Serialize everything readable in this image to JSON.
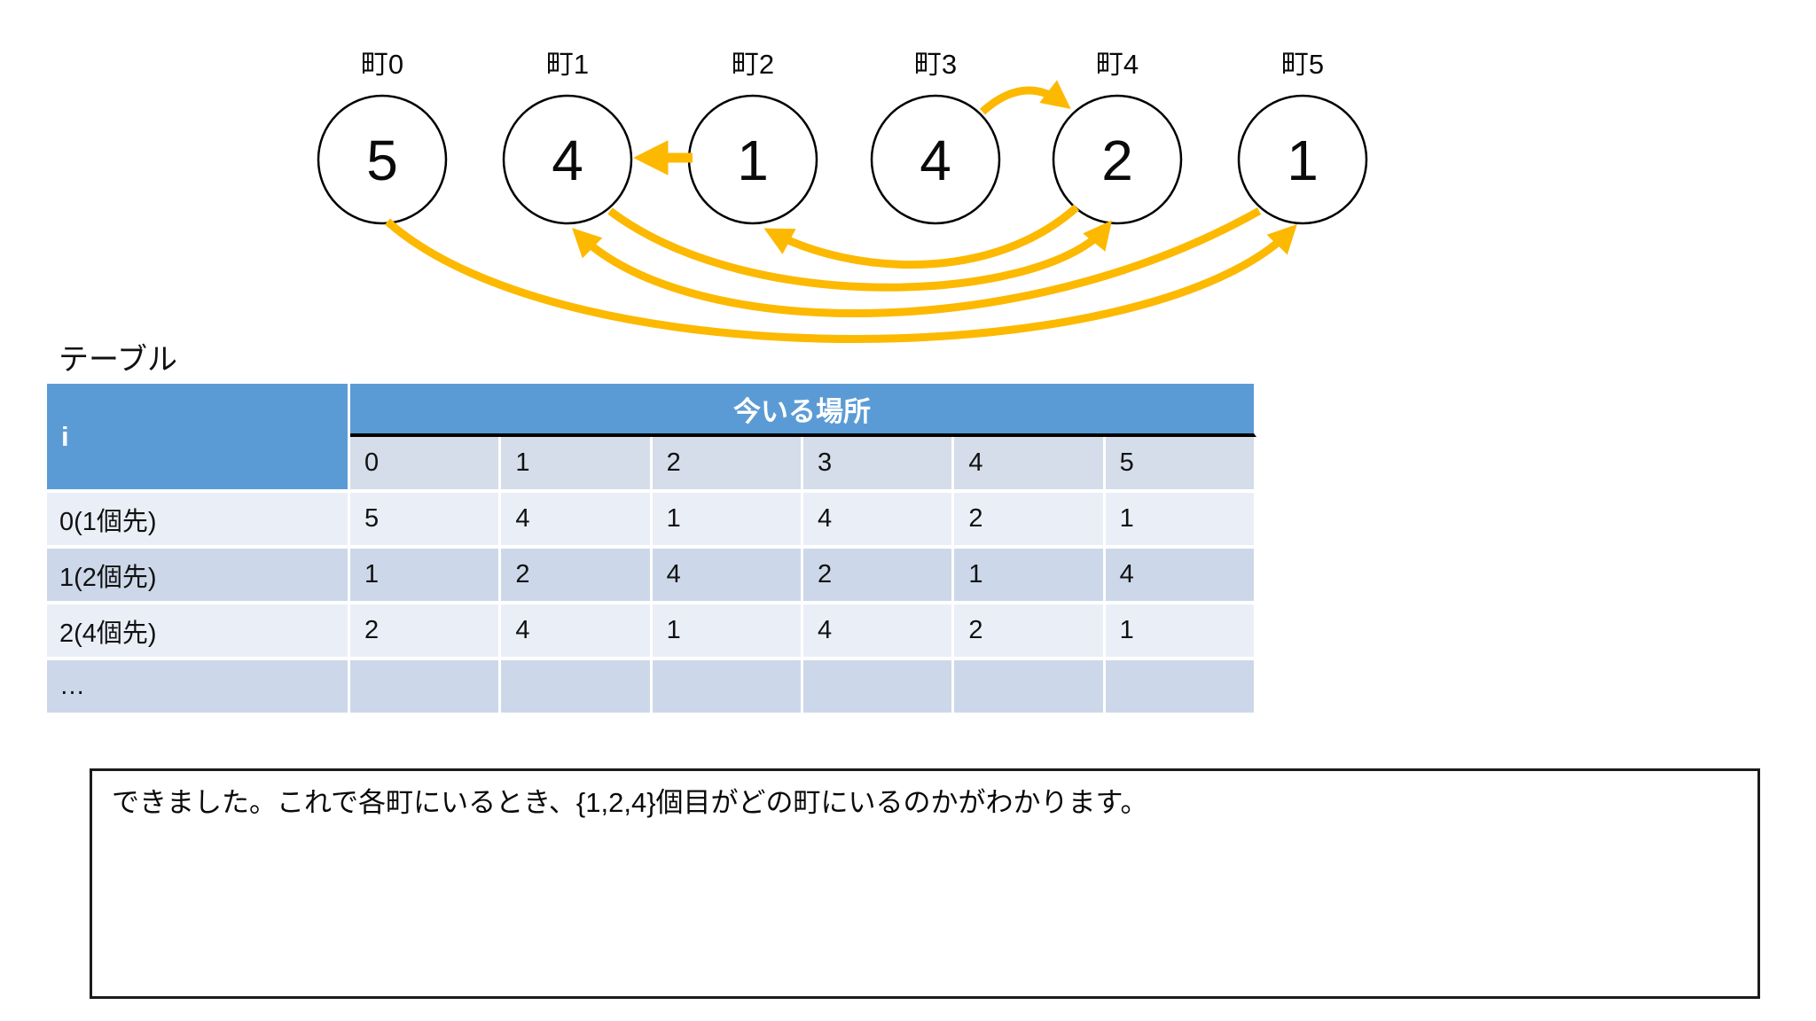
{
  "diagram": {
    "towns": [
      {
        "label": "町0",
        "value": "5"
      },
      {
        "label": "町1",
        "value": "4"
      },
      {
        "label": "町2",
        "value": "1"
      },
      {
        "label": "町3",
        "value": "4"
      },
      {
        "label": "町4",
        "value": "2"
      },
      {
        "label": "町5",
        "value": "1"
      }
    ],
    "arrows": [
      {
        "from": 2,
        "to": 1,
        "shape": "straight"
      },
      {
        "from": 3,
        "to": 4,
        "shape": "arc-top"
      },
      {
        "from": 1,
        "to": 4,
        "shape": "arc-bottom"
      },
      {
        "from": 4,
        "to": 2,
        "shape": "arc-bottom"
      },
      {
        "from": 5,
        "to": 1,
        "shape": "arc-bottom"
      },
      {
        "from": 0,
        "to": 5,
        "shape": "arc-bottom"
      }
    ],
    "arrow_color": "#FCB900",
    "circle_stroke_color": "#000000"
  },
  "table": {
    "title": "テーブル",
    "corner_header": "i",
    "group_header": "今いる場所",
    "columns": [
      "0",
      "1",
      "2",
      "3",
      "4",
      "5"
    ],
    "rows": [
      {
        "label": "0(1個先)",
        "values": [
          "5",
          "4",
          "1",
          "4",
          "2",
          "1"
        ]
      },
      {
        "label": "1(2個先)",
        "values": [
          "1",
          "2",
          "4",
          "2",
          "1",
          "4"
        ]
      },
      {
        "label": "2(4個先)",
        "values": [
          "2",
          "4",
          "1",
          "4",
          "2",
          "1"
        ]
      },
      {
        "label": "…",
        "values": [
          "",
          "",
          "",
          "",
          "",
          ""
        ]
      }
    ],
    "header_color": "#5B9BD5",
    "subheader_bg": "#D4DDE9",
    "row_bg_light": "#EAEFF7",
    "row_bg_band": "#CCD8E9"
  },
  "note": {
    "text": "できました。これで各町にいるとき、{1,2,4}個目がどの町にいるのかがわかります。"
  }
}
